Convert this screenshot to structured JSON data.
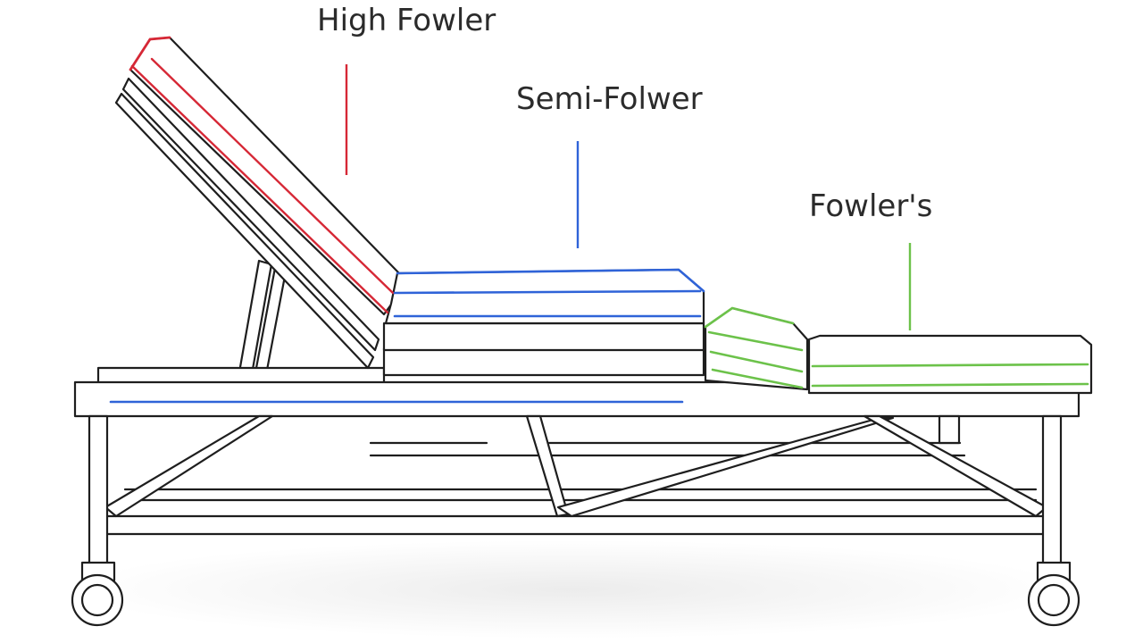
{
  "labels": {
    "high_fowler": "High Fowler",
    "semi_fowler": "Semi-Folwer",
    "fowlers": "Fowler's"
  },
  "colors": {
    "high_fowler": "#d62836",
    "semi_fowler": "#2f63d8",
    "fowlers": "#6cc24a",
    "outline": "#1e1e1e"
  }
}
